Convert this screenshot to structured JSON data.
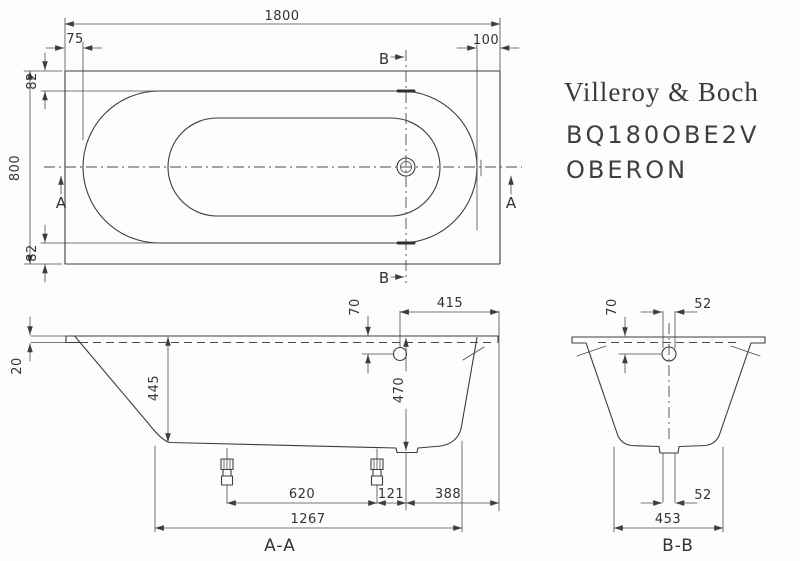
{
  "brand": {
    "wordmark": "Villeroy & Boch",
    "article_number": "BQ180OBE2V",
    "model_name": "OBERON"
  },
  "top_view": {
    "length": "1800",
    "width": "800",
    "foot_end_offset": "75",
    "head_end_offset": "100",
    "rim_inset_top": "82",
    "rim_inset_bottom": "82",
    "section_a": "A",
    "section_b": "B"
  },
  "section_aa": {
    "label": "A-A",
    "rim_thickness": "20",
    "inner_depth_rear": "445",
    "overflow_below_rim": "70",
    "overflow_to_head_end": "415",
    "depth_at_drain": "470",
    "feet_spacing": "620",
    "foot_to_drain": "121",
    "drain_to_head_end": "388",
    "base_length": "1267"
  },
  "section_bb": {
    "label": "B-B",
    "overflow_pipe_width": "52",
    "overflow_below_rim": "70",
    "waste_pipe_width": "52",
    "base_width": "453"
  }
}
